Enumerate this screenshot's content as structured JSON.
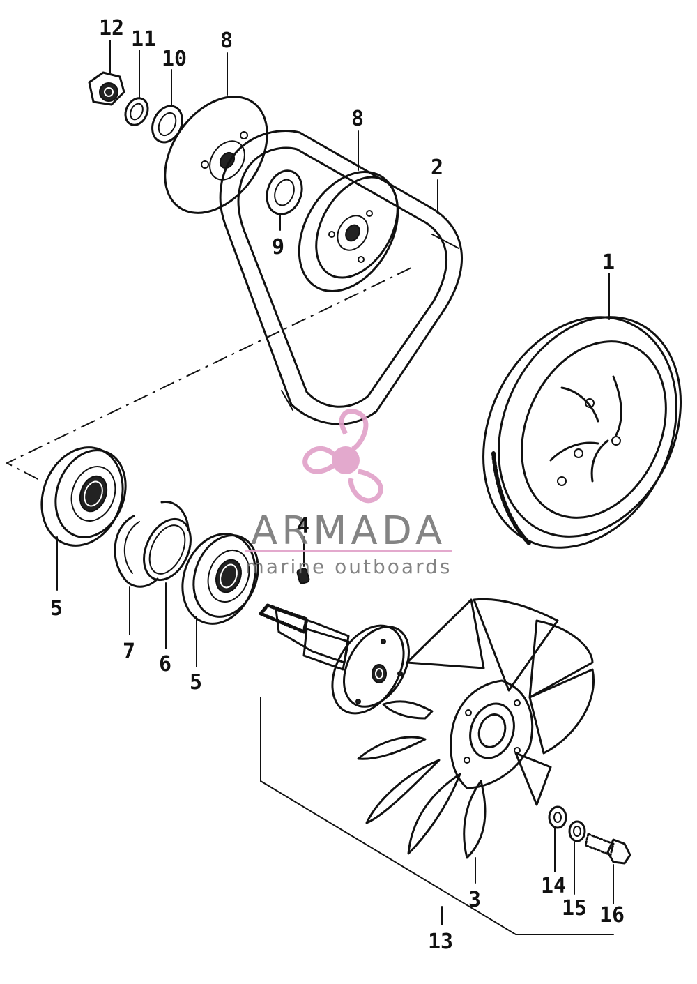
{
  "callouts": {
    "c1": "1",
    "c2": "2",
    "c3": "3",
    "c4": "4",
    "c5a": "5",
    "c5b": "5",
    "c6": "6",
    "c7": "7",
    "c8a": "8",
    "c8b": "8",
    "c9": "9",
    "c10": "10",
    "c11": "11",
    "c12": "12",
    "c13": "13",
    "c14": "14",
    "c15": "15",
    "c16": "16"
  },
  "watermark": {
    "brand": "ARMADA",
    "tagline": "marine outboards",
    "logo_color": "#e0a0c8",
    "text_color": "#777777"
  }
}
